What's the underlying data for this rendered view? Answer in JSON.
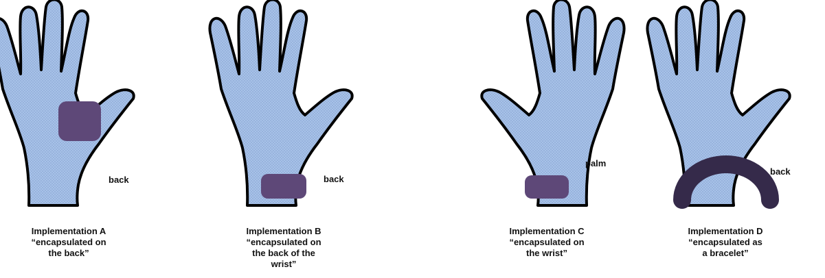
{
  "colors": {
    "hand_fill": "#a9c4ea",
    "hand_pattern": "#8ea9d6",
    "outline": "#000000",
    "device": "#5e4878",
    "bracelet": "#352a4a"
  },
  "implementations": [
    {
      "side_label": "back",
      "caption_lines": [
        "Implementation A",
        "“encapsulated on",
        "the back”"
      ]
    },
    {
      "side_label": "back",
      "caption_lines": [
        "Implementation B",
        "“encapsulated on",
        "the back of the",
        "wrist”"
      ]
    },
    {
      "side_label": "palm",
      "caption_lines": [
        "Implementation C",
        "“encapsulated on",
        "the wrist”"
      ]
    },
    {
      "side_label": "back",
      "caption_lines": [
        "Implementation D",
        "“encapsulated as",
        "a bracelet”"
      ]
    }
  ]
}
